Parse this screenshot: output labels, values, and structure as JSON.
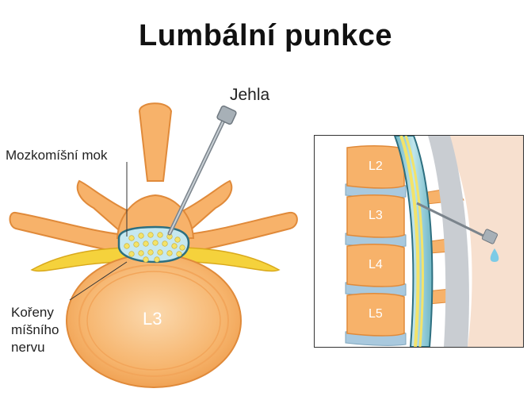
{
  "title": "Lumbální punkce",
  "labels": {
    "needle": "Jehla",
    "csf": "Mozkomíšní mok",
    "roots_line1": "Kořeny",
    "roots_line2": "míšního",
    "roots_line3": "nervu",
    "vertebra_main": "L3"
  },
  "inset_vertebrae": [
    "L2",
    "L3",
    "L4",
    "L5"
  ],
  "colors": {
    "bone": "#f7b26a",
    "bone_light": "#fbd1a0",
    "bone_outline": "#e08a3a",
    "lamina": "#f5d23c",
    "disc": "#a9c9de",
    "csf": "#c6e8f0",
    "canal_outline": "#2d6f80",
    "nerve_dot": "#f3e36a",
    "needle": "#9aa3aa",
    "drop": "#7ccbe6"
  }
}
